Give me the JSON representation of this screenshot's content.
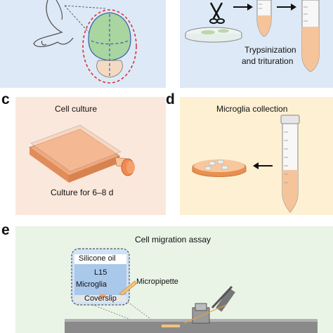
{
  "panel_a": {},
  "panel_b": {
    "caption_line1": "Trypsinization",
    "caption_line2": "and trituration"
  },
  "panel_c": {
    "letter": "c",
    "title": "Cell culture",
    "caption": "Culture for 6–8 d"
  },
  "panel_d": {
    "letter": "d",
    "title": "Microglia collection"
  },
  "panel_e": {
    "letter": "e",
    "title": "Cell migration assay",
    "inset_labels": {
      "oil": "Silicone oil",
      "medium": "L15",
      "cells": "Microglia",
      "coverslip": "Coverslip"
    },
    "pipette_label": "Micropipette"
  },
  "colors": {
    "panel_a_bg": "#dde9f6",
    "panel_b_bg": "#dde9f6",
    "panel_c_bg": "#fbe8dc",
    "panel_d_bg": "#fdf0d3",
    "panel_e_bg": "#e9f3e6",
    "medium": "#f6c49a",
    "flask": "#f2a77a",
    "brain_green": "#a8d5a0",
    "arrow": "#111111"
  }
}
